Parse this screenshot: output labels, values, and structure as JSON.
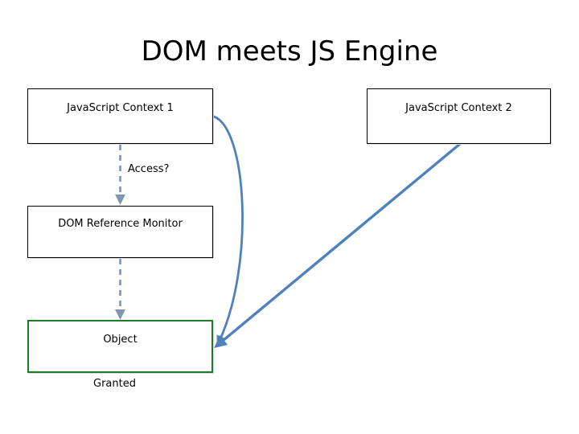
{
  "slide": {
    "title": "DOM meets JS Engine",
    "background_color": "#FFFFFF"
  },
  "colors": {
    "accent_blue": "#4F81BD",
    "dashed_blue_gray": "#8096B0",
    "granted_green": "#1F7A28",
    "box_border_black": "#000000",
    "text": "#000000"
  },
  "nodes": {
    "context1": {
      "label": "JavaScript Context 1",
      "border_color": "#000000"
    },
    "context2": {
      "label": "JavaScript Context 2",
      "border_color": "#000000"
    },
    "monitor": {
      "label": "DOM Reference Monitor",
      "border_color": "#000000"
    },
    "object": {
      "label": "Object",
      "border_color": "#1F7A28"
    }
  },
  "labels": {
    "access": "Access?",
    "granted": "Granted"
  },
  "connectors": [
    {
      "name": "context1-to-monitor",
      "style": "dashed-arrow",
      "color": "#8096B0",
      "from": "context1",
      "to": "monitor",
      "label": "Access?"
    },
    {
      "name": "monitor-to-object",
      "style": "dashed-arrow",
      "color": "#8096B0",
      "from": "monitor",
      "to": "object",
      "label": "Granted"
    },
    {
      "name": "context1-to-object-curve",
      "style": "curved-arrow",
      "color": "#4F81BD",
      "from": "context1",
      "to": "object"
    },
    {
      "name": "context2-to-object-diagonal",
      "style": "straight-arrow",
      "color": "#4F81BD",
      "from": "context2",
      "to": "object"
    }
  ]
}
